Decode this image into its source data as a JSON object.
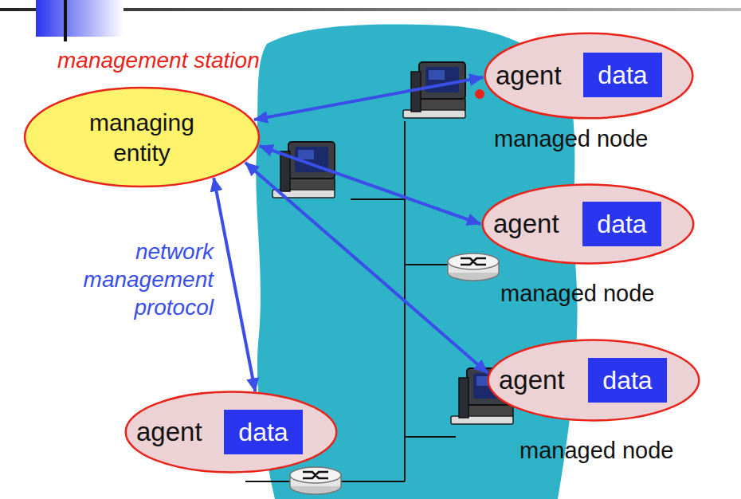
{
  "diagram": {
    "nodes": [
      {
        "text": [
          "management station",
          "managing entity"
        ]
      },
      {
        "text": [
          "agent",
          "managed node"
        ]
      },
      {
        "text": [
          "data"
        ],
        "in": 1
      },
      {
        "text": [
          "agent",
          "managed node"
        ]
      },
      {
        "text": [
          "data"
        ],
        "in": 3
      },
      {
        "text": [
          "agent",
          "managed node"
        ]
      },
      {
        "text": [
          "data"
        ],
        "in": 5
      },
      {
        "text": [
          "agent"
        ]
      },
      {
        "text": [
          "data"
        ],
        "in": 7
      }
    ],
    "edges": [
      {
        "from": 0,
        "to": 1,
        "arrow": "both"
      },
      {
        "from": 0,
        "to": 3,
        "arrow": "both"
      },
      {
        "from": 0,
        "to": 5,
        "arrow": "both"
      },
      {
        "from": 0,
        "to": 7,
        "arrow": "both",
        "label": "network management protocol"
      }
    ]
  }
}
